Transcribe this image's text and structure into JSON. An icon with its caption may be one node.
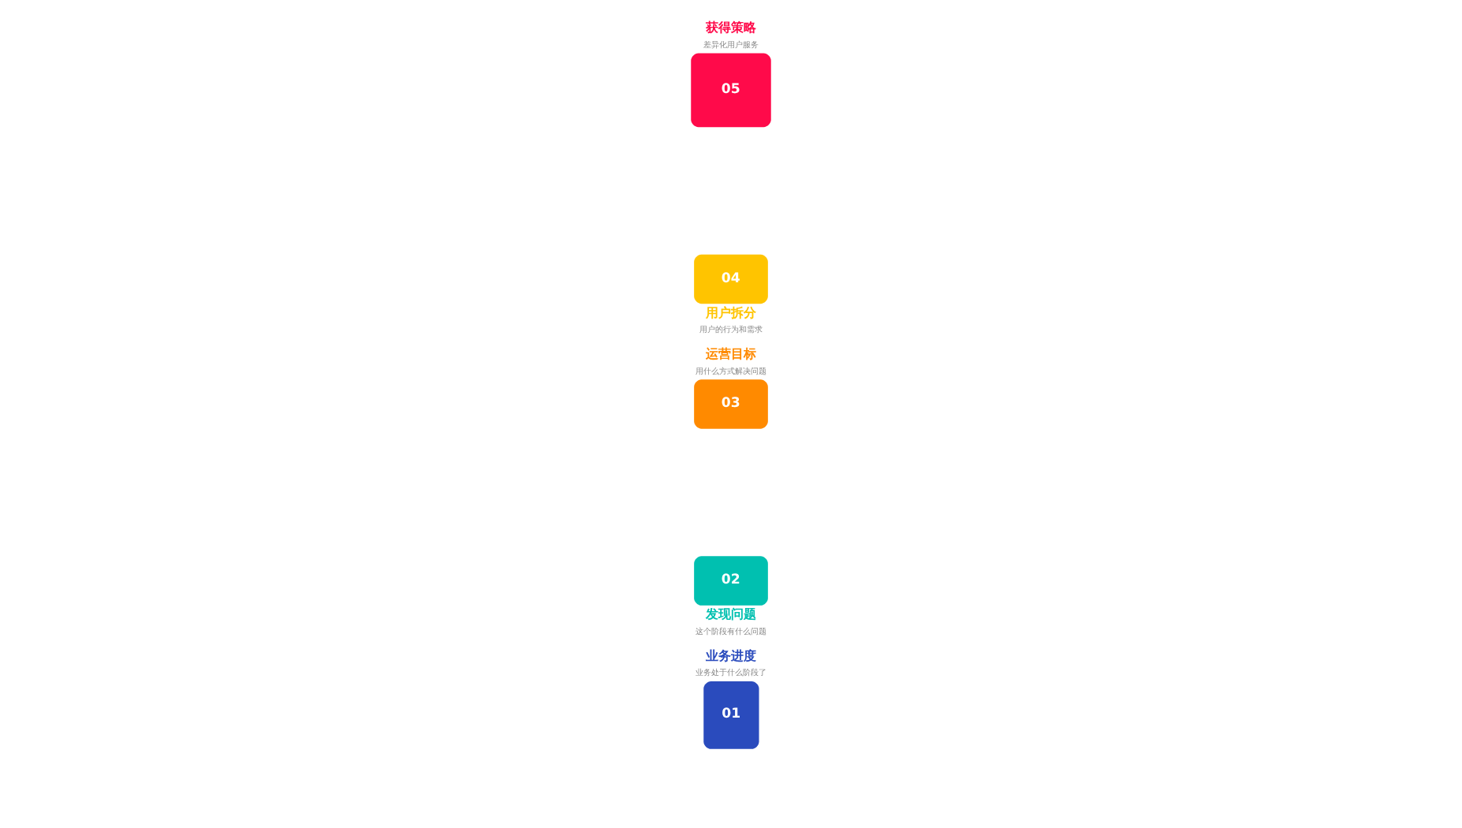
{
  "diagram": {
    "nodes": [
      {
        "text": [
          "01"
        ],
        "beside": [
          "业务进度",
          "业务处于什么阶段了"
        ]
      },
      {
        "text": [
          "02"
        ],
        "beside": [
          "发现问题",
          "这个阶段有什么问题"
        ]
      },
      {
        "text": [
          "03"
        ],
        "beside": [
          "运营目标",
          "用什么方式解决问题"
        ]
      },
      {
        "text": [
          "04"
        ],
        "beside": [
          "用户拆分",
          "用户的行为和需求"
        ]
      },
      {
        "text": [
          "05"
        ],
        "beside": [
          "获得策略",
          "差异化用户服务"
        ]
      }
    ]
  }
}
